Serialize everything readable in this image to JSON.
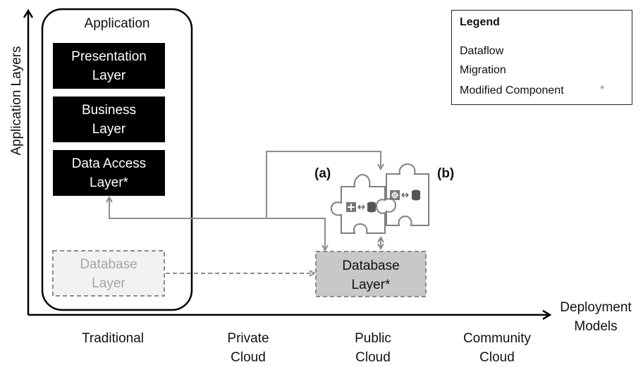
{
  "axes": {
    "y_label": "Application Layers",
    "x_label_line1": "Deployment",
    "x_label_line2": "Models"
  },
  "deployment_models": [
    {
      "line1": "Traditional",
      "line2": ""
    },
    {
      "line1": "Private",
      "line2": "Cloud"
    },
    {
      "line1": "Public",
      "line2": "Cloud"
    },
    {
      "line1": "Community",
      "line2": "Cloud"
    }
  ],
  "application": {
    "title": "Application",
    "layers": [
      {
        "line1": "Presentation",
        "line2": "Layer"
      },
      {
        "line1": "Business",
        "line2": "Layer"
      },
      {
        "line1": "Data Access",
        "line2": "Layer*"
      }
    ]
  },
  "database_original": {
    "line1": "Database",
    "line2": "Layer"
  },
  "database_migrated": {
    "line1": "Database",
    "line2": "Layer*"
  },
  "option_labels": {
    "a": "(a)",
    "b": "(b)"
  },
  "legend": {
    "title": "Legend",
    "dataflow": "Dataflow",
    "migration": "Migration",
    "modified": "Modified Component",
    "modified_symbol": "*"
  },
  "colors": {
    "arrow": "#8c8c8c",
    "layer_fill": "#000000",
    "migrated_fill": "#c8c8c8",
    "faded_text": "#a6a6a6"
  }
}
